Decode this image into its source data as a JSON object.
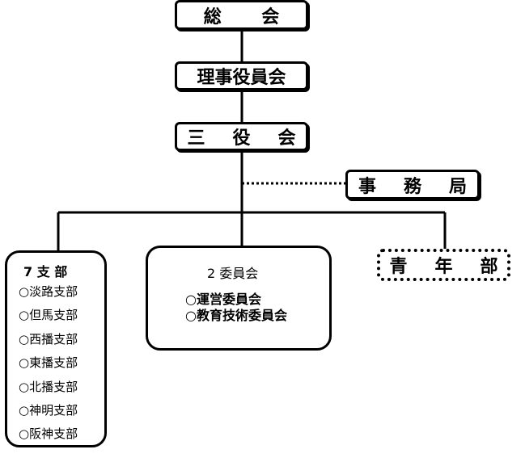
{
  "org_chart": {
    "general_assembly": "総 会",
    "board_of_directors": "理事役員会",
    "three_officers_meeting": "三 役 会",
    "secretariat": "事 務 局",
    "branches": {
      "heading": "7 支 部",
      "items": [
        "○淡路支部",
        "○但馬支部",
        "○西播支部",
        "○東播支部",
        "○北播支部",
        "○神明支部",
        "○阪神支部"
      ]
    },
    "committees": {
      "heading": "2 委員会",
      "items": [
        "○運営委員会",
        "○教育技術委員会"
      ]
    },
    "youth_division": "青 年 部"
  }
}
